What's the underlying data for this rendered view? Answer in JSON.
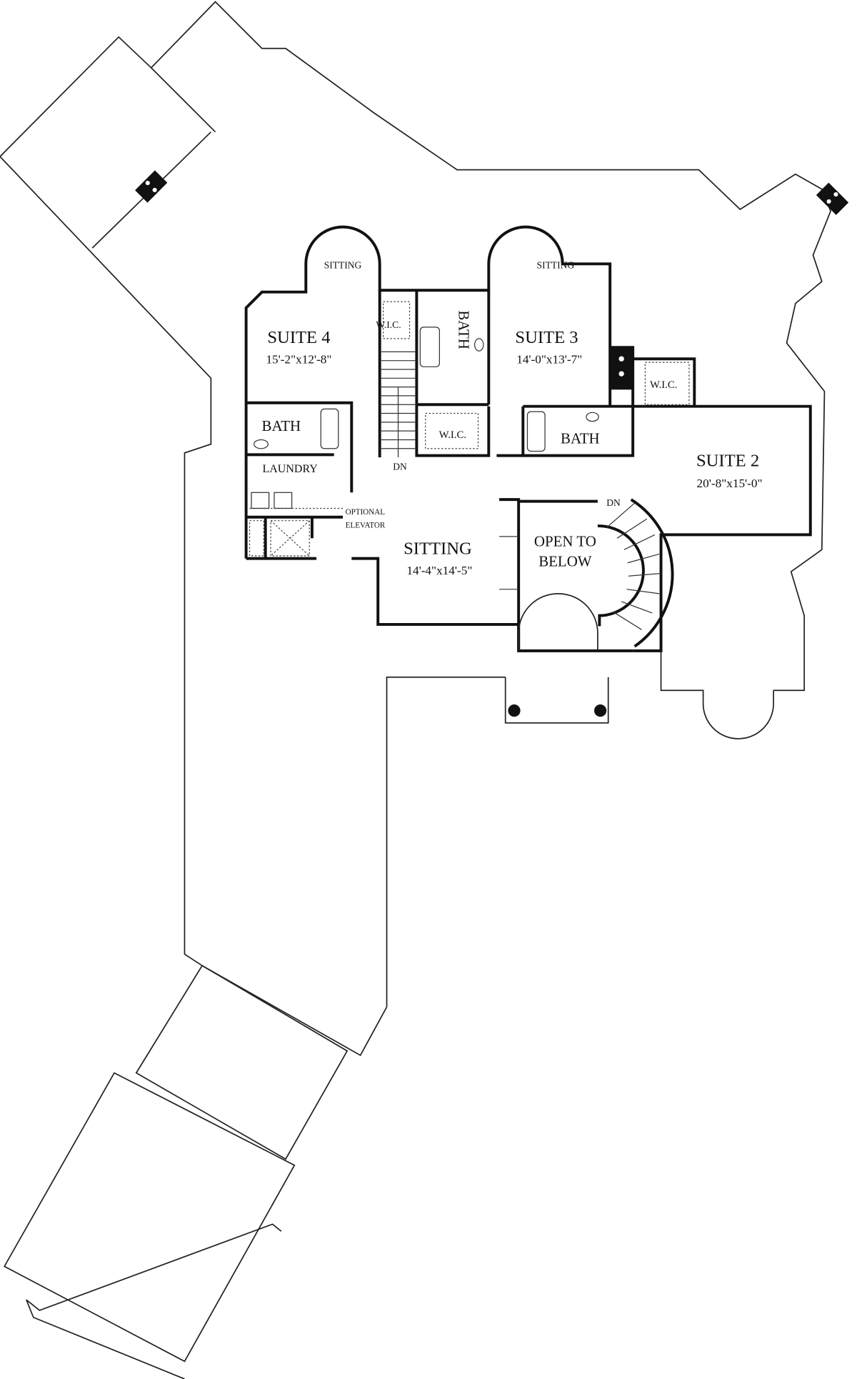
{
  "rooms": {
    "suite4": {
      "name": "SUITE 4",
      "size": "15'-2\"x12'-8\""
    },
    "suite3": {
      "name": "SUITE 3",
      "size": "14'-0\"x13'-7\""
    },
    "suite2": {
      "name": "SUITE 2",
      "size": "20'-8\"x15'-0\""
    },
    "sitting_main": {
      "name": "SITTING",
      "size": "14'-4\"x14'-5\""
    },
    "sitting4": "SITTING",
    "sitting3": "SITTING",
    "open": [
      "OPEN TO",
      "BELOW"
    ],
    "bath4": "BATH",
    "bath3": "BATH",
    "bath2": "BATH",
    "wic4": "W.I.C.",
    "wic3": "W.I.C.",
    "wic2": "W.I.C.",
    "laundry": "LAUNDRY",
    "elevator": [
      "OPTIONAL",
      "ELEVATOR"
    ],
    "stairs_dn": "DN",
    "spiral_dn": "DN"
  }
}
